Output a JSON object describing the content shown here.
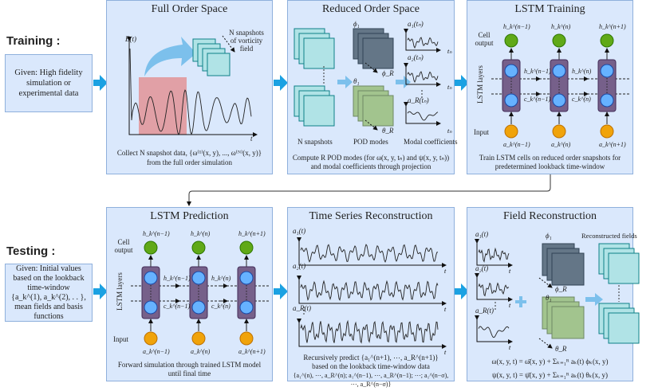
{
  "training": {
    "label": "Training :",
    "given": "Given: High fidelity simulation or experimental data",
    "full_order": {
      "title": "Full Order Space",
      "y_axis": "E(t)",
      "x_axis": "t",
      "snapshots_note": "N snapshots of vorticity field",
      "caption_1": "Collect N snapshot data, {ω⁽¹⁾(x, y), ..., ω⁽ᴺ⁾(x, y)}",
      "caption_2": "from the full order simulation"
    },
    "reduced_order": {
      "title": "Reduced Order Space",
      "snapshots_label": "N snapshots",
      "pod_label": "POD modes",
      "modal_label": "Modal coefficients",
      "phi_1": "ϕ₁",
      "phi_R": "ϕ_R",
      "theta_1": "θ₁",
      "theta_R": "θ_R",
      "coef_1": "a₁(tₙ)",
      "coef_2": "a₂(tₙ)",
      "coef_R": "a_R(tₙ)",
      "t_axis": "tₙ",
      "caption_1": "Compute R POD modes (for ω(x, y, tₙ) and ψ(x, y, tₙ))",
      "caption_2": "and modal coefficients through projection"
    },
    "lstm": {
      "title": "LSTM Training",
      "cell_output": "Cell output",
      "layers": "LSTM  layers",
      "input": "Input",
      "h_out": [
        "h_k^(n−1)",
        "h_k^(n)",
        "h_k^(n+1)"
      ],
      "h_state": [
        "h_k^(n−1)",
        "h_k^(n)"
      ],
      "c_state": [
        "c_k^(n−1)",
        "c_k^(n)"
      ],
      "inputs": [
        "a_k^(n−1)",
        "a_k^(n)",
        "a_k^(n+1)"
      ],
      "caption_1": "Train LSTM cells on reduced order snapshots for",
      "caption_2": "predetermined lookback time-window"
    }
  },
  "testing": {
    "label": "Testing :",
    "given_1": "Given: Initial values based on the lookback time-window",
    "given_2": "{a_k^(1), a_k^(2), . . }, mean fields and basis functions",
    "lstm": {
      "title": "LSTM Prediction",
      "cell_output": "Cell output",
      "layers": "LSTM  layers",
      "input": "Input",
      "h_out": [
        "h_k^(n−1)",
        "h_k^(n)",
        "h_k^(n+1)"
      ],
      "h_state": [
        "h_k^(n−1)",
        "h_k^(n)"
      ],
      "c_state": [
        "c_k^(n−1)",
        "c_k^(n)"
      ],
      "inputs": [
        "a_k^(n−1)",
        "a_k^(n)",
        "a_k^(n+1)"
      ],
      "caption_1": "Forward simulation through trained LSTM model",
      "caption_2": "until final time"
    },
    "time_series": {
      "title": "Time Series Reconstruction",
      "series": [
        "a₁(t)",
        "a₂(t)",
        "a_R(t)"
      ],
      "t_axis": "t",
      "caption_1": "Recursively predict {a₁^(n+1), ⋯, a_R^(n+1)}",
      "caption_2": "based on the lookback time-window data",
      "caption_3": "{a₁^(n), ⋯, a_R^(n); a₁^(n−1), ⋯, a_R^(n−1); ⋯; a₁^(n−σ), ⋯, a_R^(n−σ)}"
    },
    "field": {
      "title": "Field Reconstruction",
      "series": [
        "a₁(t)",
        "a₂(t)",
        "a_R(t)"
      ],
      "t_axis": "t",
      "phi_1": "ϕ₁",
      "phi_R": "ϕ_R",
      "theta_1": "θ₁",
      "theta_R": "θ_R",
      "reconstructed": "Reconstructed fields",
      "eq_omega": "ω(x, y, t) = ω̄(x, y) + Σₖ₌₁ᴿ aₖ(t) ϕₖ(x, y)",
      "eq_psi": "ψ(x, y, t) = ψ̄(x, y) + Σₖ₌₁ᴿ aₖ(t) θₖ(x, y)"
    }
  },
  "colors": {
    "panel": "#dae8fc",
    "arrow": "#1ba1e2",
    "light_arrow": "#7cc0ec",
    "cyan": "#b0e3e6",
    "cyan_border": "#0e8088",
    "phi": "#647687",
    "theta": "#a2c48e",
    "purple": "#76608a",
    "blue": "#66b2ff",
    "green": "#60a917",
    "orange": "#f0a30a",
    "window": "#e1a0a6"
  }
}
